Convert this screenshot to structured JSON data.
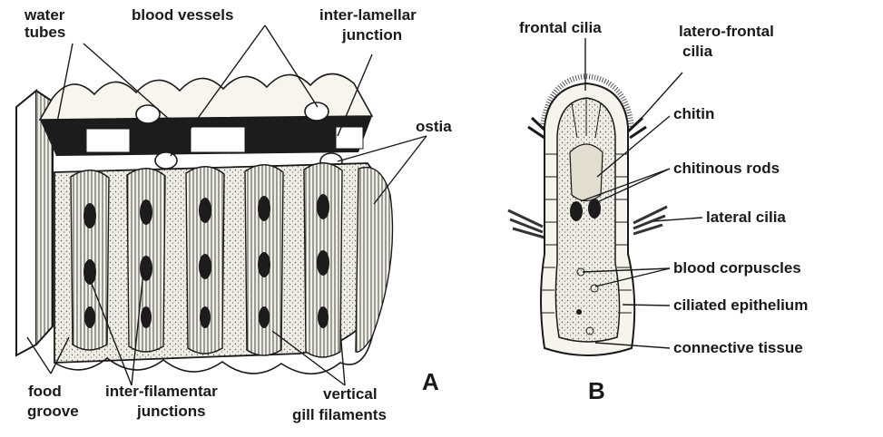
{
  "figure_a": {
    "letter": "A",
    "labels": {
      "water_tubes_1": "water",
      "water_tubes_2": "tubes",
      "blood_vessels": "blood  vessels",
      "inter_lamellar_1": "inter-lamellar",
      "inter_lamellar_2": "junction",
      "ostia": "ostia",
      "food_groove_1": "food",
      "food_groove_2": "groove",
      "inter_filamentar_1": "inter-filamentar",
      "inter_filamentar_2": "junctions",
      "vertical_1": "vertical",
      "vertical_2": "gill filaments"
    }
  },
  "figure_b": {
    "letter": "B",
    "labels": {
      "frontal_cilia": "frontal  cilia",
      "latero_frontal_1": "latero-frontal",
      "latero_frontal_2": "cilia",
      "chitin": "chitin",
      "chitinous_rods": "chitinous rods",
      "lateral_cilia": "lateral cilia",
      "blood_corpuscles": "blood corpuscles",
      "ciliated_epithelium": "ciliated epithelium",
      "connective_tissue": "connective tissue"
    }
  },
  "colors": {
    "ink": "#1a1a1a",
    "tissue": "#e8e4d8",
    "paper": "#ffffff"
  }
}
